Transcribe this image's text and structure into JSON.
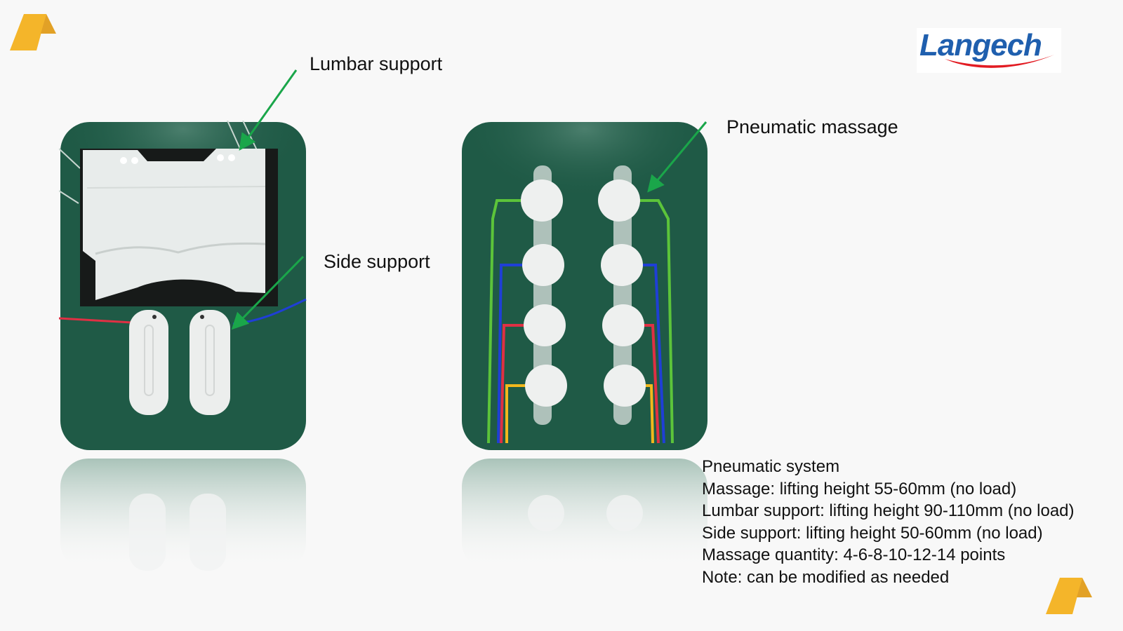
{
  "logo": {
    "brand": "Langech",
    "colors": {
      "text": "#1f5fae",
      "swoosh": "#e21b22"
    }
  },
  "corner_mark": {
    "color": "#f4b52a",
    "shade": "#e2a126"
  },
  "annotations": {
    "lumbar_support": "Lumbar support",
    "side_support": "Side support",
    "pneumatic_massage": "Pneumatic massage",
    "arrow_color": "#1aa64a"
  },
  "photos": {
    "left": {
      "subject": "lumbar-and-side-support-airbags"
    },
    "right": {
      "subject": "pneumatic-massage-airbag-strips"
    },
    "background_color": "#1f5a46",
    "tube_colors": [
      "#5cc43a",
      "#1f3fd6",
      "#e03044",
      "#f2b81c"
    ]
  },
  "specs": {
    "title": "Pneumatic system",
    "lines": [
      "Massage: lifting height 55-60mm (no load)",
      "Lumbar support: lifting height 90-110mm (no load)",
      "Side support: lifting height 50-60mm (no load)",
      "Massage quantity: 4-6-8-10-12-14 points",
      "Note: can be modified as needed"
    ]
  }
}
